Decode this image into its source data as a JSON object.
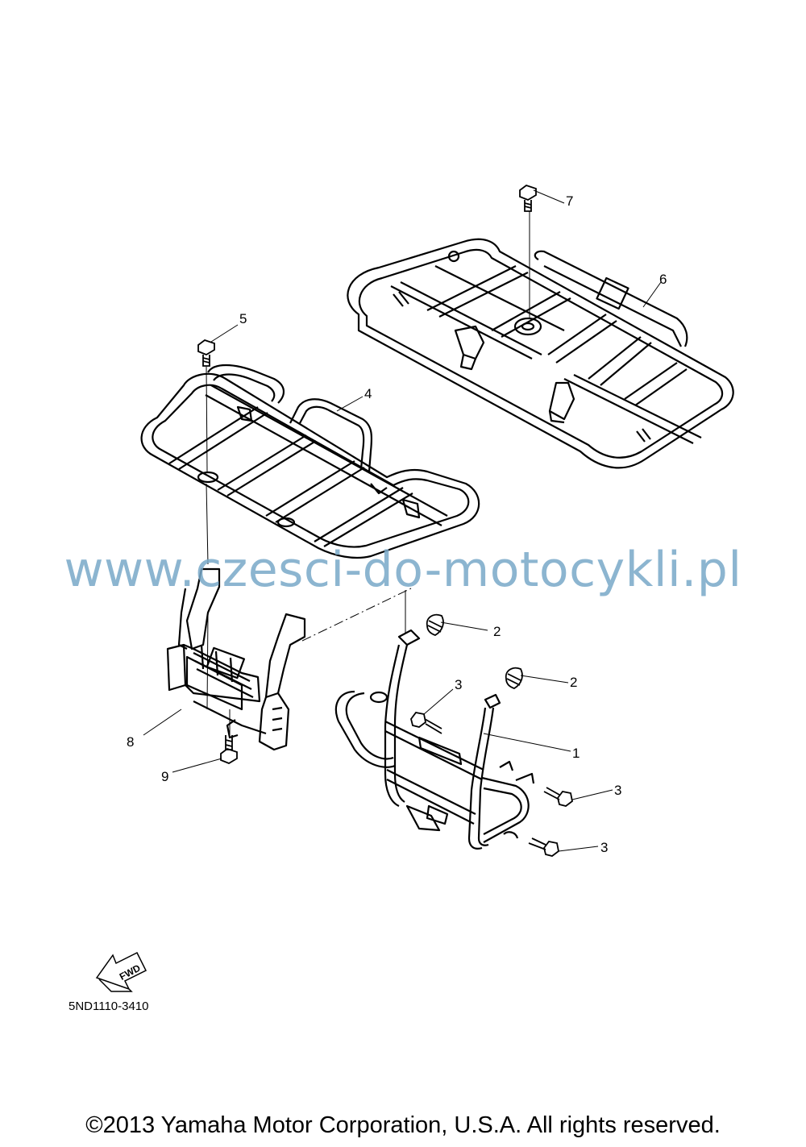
{
  "callouts": [
    {
      "id": "callout-1",
      "number": "1"
    },
    {
      "id": "callout-2a",
      "number": "2"
    },
    {
      "id": "callout-2b",
      "number": "2"
    },
    {
      "id": "callout-3a",
      "number": "3"
    },
    {
      "id": "callout-3b",
      "number": "3"
    },
    {
      "id": "callout-3c",
      "number": "3"
    },
    {
      "id": "callout-4",
      "number": "4"
    },
    {
      "id": "callout-5",
      "number": "5"
    },
    {
      "id": "callout-6",
      "number": "6"
    },
    {
      "id": "callout-7",
      "number": "7"
    },
    {
      "id": "callout-8",
      "number": "8"
    },
    {
      "id": "callout-9",
      "number": "9"
    }
  ],
  "fwd_label": "FWD",
  "watermark": "www.czesci-do-motocykli.pl",
  "part_code": "5ND1110-3410",
  "copyright": "©2013 Yamaha Motor Corporation, U.S.A. All rights reserved.",
  "colors": {
    "watermark": "#79a9c8",
    "line": "#000000"
  }
}
